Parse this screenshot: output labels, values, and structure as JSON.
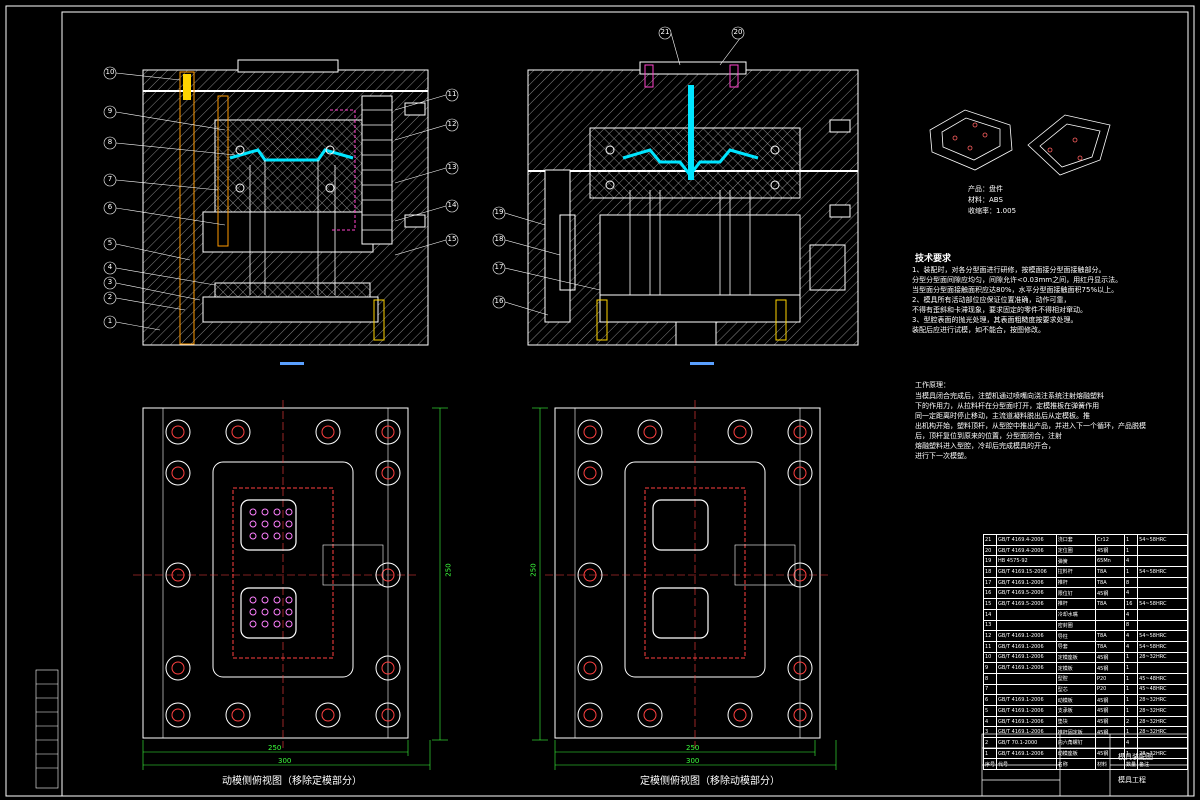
{
  "drawing": {
    "view_bottom_left_caption": "动模侧俯视图（移除定模部分）",
    "view_bottom_right_caption": "定模侧俯视图（移除动模部分）",
    "dim_250": "250",
    "dim_300": "300",
    "dim_side": "250"
  },
  "product": {
    "name_line": "产品：盘件",
    "material_line": "材料：ABS",
    "shrink_line": "收缩率：1.005"
  },
  "tech_requirements": {
    "title": "技术要求",
    "lines": [
      "1、装配时，对各分型面进行研修，按模面接分型面接触部分。",
      "分型分型面间隙应均匀，间隙允许<0.03mm之间，用红丹显示法。",
      "当型面分型面接触面积应达80%，水平分型面接触面积75%以上。",
      "2、模具所有活动部位应保证位置准确，动作可靠，",
      "不得有歪斜和卡滞现象，要求固定的零件不得相对窜动。",
      "3、型腔表面的抛光处理，其表面粗糙度按要求处理。",
      "装配后应进行试模，如不能合，按图修改。"
    ]
  },
  "working_principle": {
    "title": "工作原理：",
    "lines": [
      "当模具闭合完成后，注塑机通过喷嘴向浇注系统注射熔融塑料",
      "下的作用力，从拉料杆在分型面Ⅰ打开，定模推板在弹簧作用",
      "同一定距离时停止移动，主流道凝料脱出后从定模板。推",
      "出机构开始，塑料顶杆，从型腔中推出产品，并进入下一个循环，产品脱模",
      "后，顶杆复位到原来的位置，分型面闭合，注射",
      "熔融塑料进入型腔，冷却后完成模具的开合，",
      "进行下一次模塑。"
    ]
  },
  "callouts_left": [
    "10",
    "9",
    "8",
    "7",
    "6",
    "5",
    "4",
    "3",
    "2",
    "1"
  ],
  "callouts_mid_right": [
    "11",
    "12",
    "13",
    "14",
    "15"
  ],
  "callouts_right": [
    "19",
    "18",
    "17",
    "16"
  ],
  "callouts_top": [
    "20",
    "21"
  ],
  "bom": [
    [
      "21",
      "GB/T 4169.4-2006",
      "浇口套",
      "Cr12",
      "1",
      "54~58HRC"
    ],
    [
      "20",
      "GB/T 4169.4-2006",
      "定位圈",
      "45钢",
      "1",
      ""
    ],
    [
      "19",
      "HB 4575-92",
      "弹簧",
      "65Mn",
      "4",
      ""
    ],
    [
      "18",
      "GB/T 4169.15-2006",
      "拉料杆",
      "T8A",
      "1",
      "54~58HRC"
    ],
    [
      "17",
      "GB/T 4169.1-2006",
      "推杆",
      "T8A",
      "8",
      ""
    ],
    [
      "16",
      "GB/T 4169.5-2006",
      "限位钉",
      "45钢",
      "4",
      ""
    ],
    [
      "15",
      "GB/T 4169.5-2006",
      "推杆",
      "T8A",
      "16",
      "54~58HRC"
    ],
    [
      "14",
      "",
      "冷却水嘴",
      "",
      "4",
      ""
    ],
    [
      "13",
      "",
      "密封圈",
      "",
      "8",
      ""
    ],
    [
      "12",
      "GB/T 4169.1-2006",
      "导柱",
      "T8A",
      "4",
      "54~58HRC"
    ],
    [
      "11",
      "GB/T 4169.1-2006",
      "导套",
      "T8A",
      "4",
      "54~58HRC"
    ],
    [
      "10",
      "GB/T 4169.1-2006",
      "定模座板",
      "45钢",
      "1",
      "28~32HRC"
    ],
    [
      "9",
      "GB/T 4169.1-2006",
      "定模板",
      "45钢",
      "1",
      ""
    ],
    [
      "8",
      "",
      "型腔",
      "P20",
      "1",
      "45~48HRC"
    ],
    [
      "7",
      "",
      "型芯",
      "P20",
      "1",
      "45~48HRC"
    ],
    [
      "6",
      "GB/T 4169.1-2006",
      "动模板",
      "45钢",
      "1",
      "28~32HRC"
    ],
    [
      "5",
      "GB/T 4169.1-2006",
      "支承板",
      "45钢",
      "1",
      "28~32HRC"
    ],
    [
      "4",
      "GB/T 4169.1-2006",
      "垫块",
      "45钢",
      "2",
      "28~32HRC"
    ],
    [
      "3",
      "GB/T 4169.1-2006",
      "推杆固定板",
      "45钢",
      "1",
      "28~32HRC"
    ],
    [
      "2",
      "GB/T 70.1-2000",
      "内六角螺钉",
      "",
      "4",
      ""
    ],
    [
      "1",
      "GB/T 4169.1-2006",
      "动模座板",
      "45钢",
      "1",
      "28~32HRC"
    ]
  ],
  "bom_header": [
    "序号",
    "代号",
    "名称",
    "材料",
    "数量",
    "备注"
  ],
  "title_block": {
    "drawing_name": "模具装配图",
    "school": "模具工程"
  }
}
